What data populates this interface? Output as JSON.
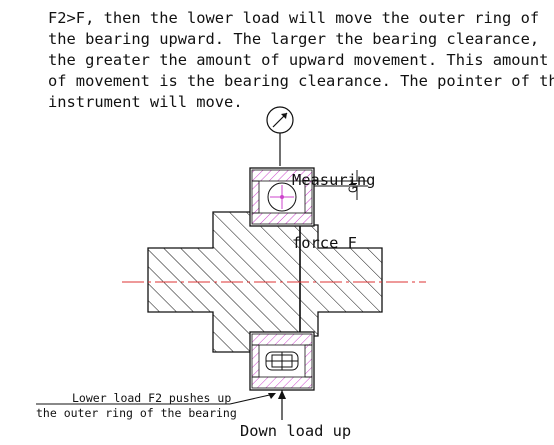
{
  "description_lines": [
    "F2>F, then the lower load will move the outer ring of",
    "the bearing upward. The larger the bearing clearance,",
    "the greater the amount of upward movement. This amount",
    "of movement is the bearing clearance. The pointer of the",
    "instrument will move."
  ],
  "labels": {
    "measuring_force_line1": "Measuring",
    "measuring_force_line2": "force F",
    "clearance_symbol": "Gr",
    "lower_load_line1": "Lower load F2 pushes up",
    "lower_load_line2": "the outer ring of the bearing",
    "down_load": "Down load up"
  },
  "colors": {
    "outline": "#111111",
    "bearing_hatch": "#cc44cc",
    "ball_marker": "#cc44cc",
    "centerline": "#dd3333"
  }
}
